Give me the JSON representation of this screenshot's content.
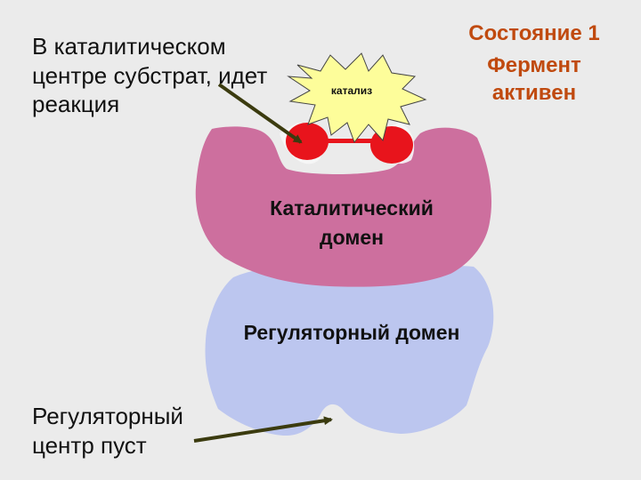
{
  "notes": {
    "catalytic_site": "В каталитическом центре субстрат, идет реакция",
    "regulatory_site": "Регуляторный центр пуст"
  },
  "state": {
    "title": "Состояние 1",
    "status": "Фермент активен"
  },
  "domains": {
    "catalytic": "Каталитический домен",
    "regulatory": "Регуляторный домен"
  },
  "burst_label": "катализ",
  "colors": {
    "catalytic_domain": "#cd6f9e",
    "regulatory_domain": "#bcc6ef",
    "substrate": "#e8141c",
    "arrow": "#3b3b0f",
    "burst": "#fdfd9a",
    "state_text": "#c04a0f"
  }
}
